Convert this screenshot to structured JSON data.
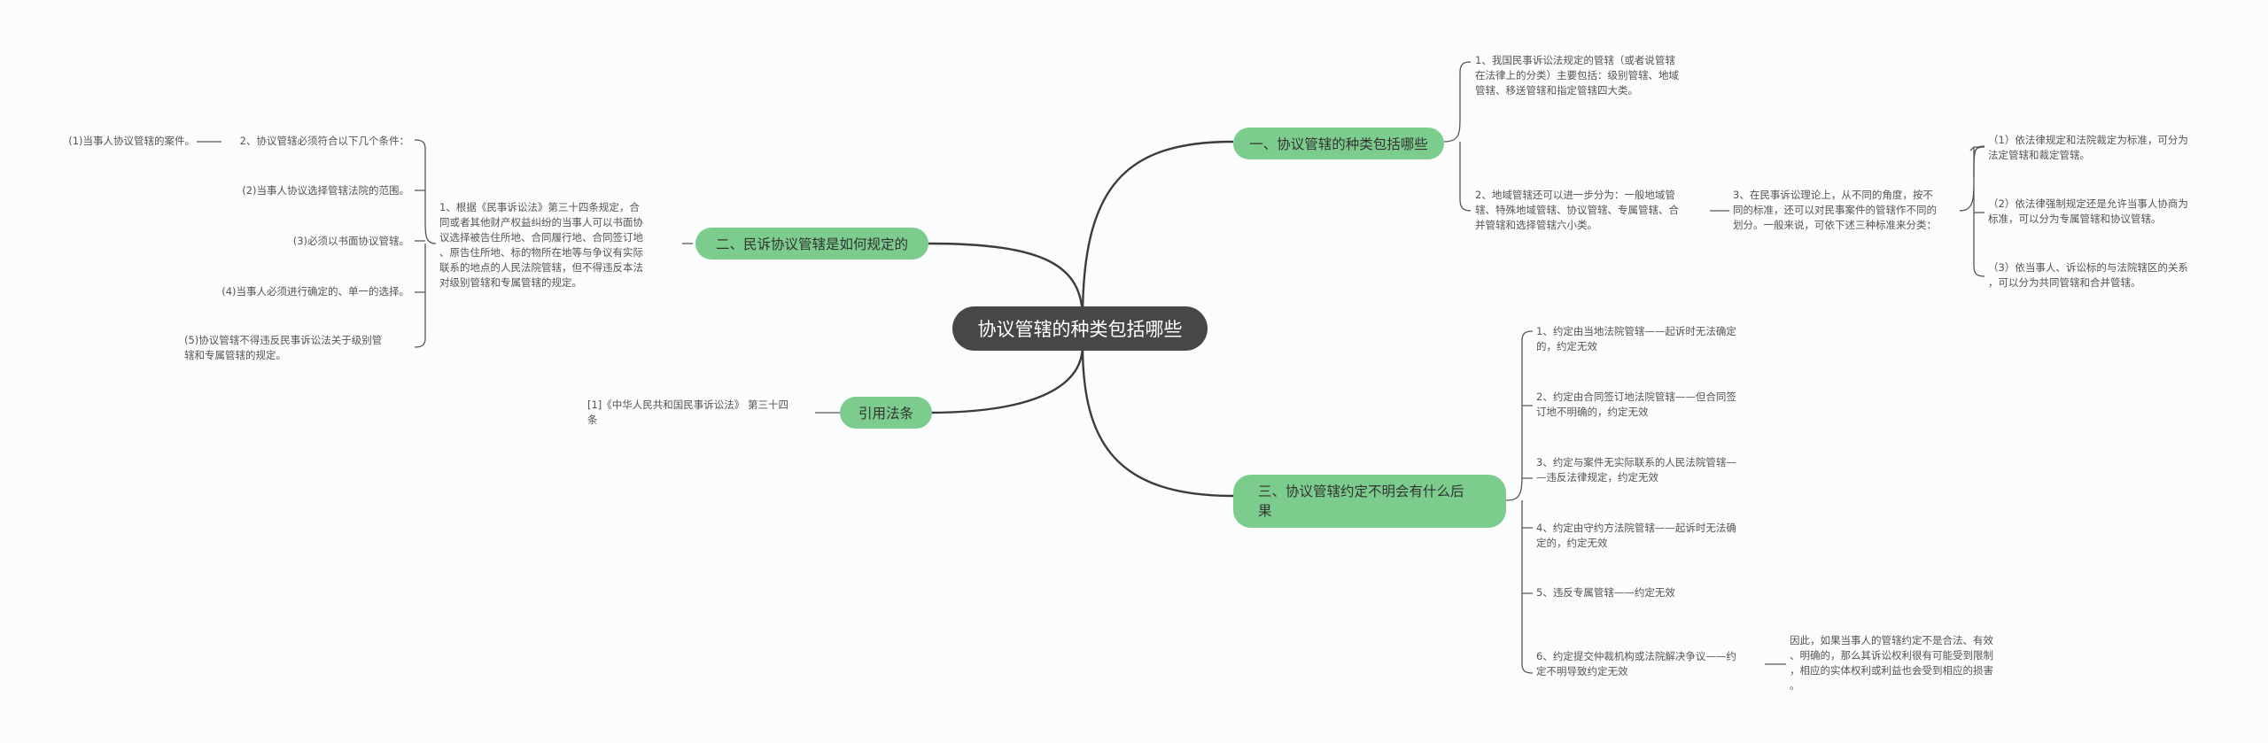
{
  "root": {
    "label": "协议管辖的种类包括哪些"
  },
  "branches": {
    "b1": {
      "label": "一、协议管辖的种类包括哪些"
    },
    "b2": {
      "label": "二、民诉协议管辖是如何规定的"
    },
    "b3": {
      "label": "三、协议管辖约定不明会有什么后\n果"
    },
    "b4": {
      "label": "引用法条"
    }
  },
  "b1_children": {
    "c1": "1、我国民事诉讼法规定的管辖（或者说管辖\n在法律上的分类）主要包括：级别管辖、地域\n管辖、移送管辖和指定管辖四大类。",
    "c2": "2、地域管辖还可以进一步分为：一般地域管\n辖、特殊地域管辖、协议管辖、专属管辖、合\n并管辖和选择管辖六小类。",
    "c3": "3、在民事诉讼理论上，从不同的角度，按不\n同的标准，还可以对民事案件的管辖作不同的\n划分。一般来说，可依下述三种标准来分类：",
    "g1": "（1）依法律规定和法院裁定为标准，可分为\n法定管辖和裁定管辖。",
    "g2": "（2）依法律强制规定还是允许当事人协商为\n标准，可以分为专属管辖和协议管辖。",
    "g3": "（3）依当事人、诉讼标的与法院辖区的关系\n，可以分为共同管辖和合并管辖。"
  },
  "b2_children": {
    "c1": "1、根据《民事诉讼法》第三十四条规定，合\n同或者其他财产权益纠纷的当事人可以书面协\n议选择被告住所地、合同履行地、合同签订地\n、原告住所地、标的物所在地等与争议有实际\n联系的地点的人民法院管辖，但不得违反本法\n对级别管辖和专属管辖的规定。",
    "c2": "2、协议管辖必须符合以下几个条件：",
    "g1": "(1)当事人协议管辖的案件。",
    "g2": "(2)当事人协议选择管辖法院的范围。",
    "g3": "(3)必须以书面协议管辖。",
    "g4": "(4)当事人必须进行确定的、单一的选择。",
    "g5": "(5)协议管辖不得违反民事诉讼法关于级别管\n辖和专属管辖的规定。"
  },
  "b3_children": {
    "c1": "1、约定由当地法院管辖——起诉时无法确定\n的，约定无效",
    "c2": "2、约定由合同签订地法院管辖——但合同签\n订地不明确的，约定无效",
    "c3": "3、约定与案件无实际联系的人民法院管辖—\n—违反法律规定，约定无效",
    "c4": "4、约定由守约方法院管辖——起诉时无法确\n定的，约定无效",
    "c5": "5、违反专属管辖——约定无效",
    "c6": "6、约定提交仲裁机构或法院解决争议——约\n定不明导致约定无效",
    "g1": "因此，如果当事人的管辖约定不是合法、有效\n、明确的，那么其诉讼权利很有可能受到限制\n，相应的实体权利或利益也会受到相应的损害\n。"
  },
  "b4_children": {
    "c1": "[1]《中华人民共和国民事诉讼法》 第三十四\n条"
  },
  "colors": {
    "root_fill": "#474747",
    "branch_fill": "#7ccd8d",
    "main_line": "#3c3c3c",
    "sub_line": "#555555"
  }
}
